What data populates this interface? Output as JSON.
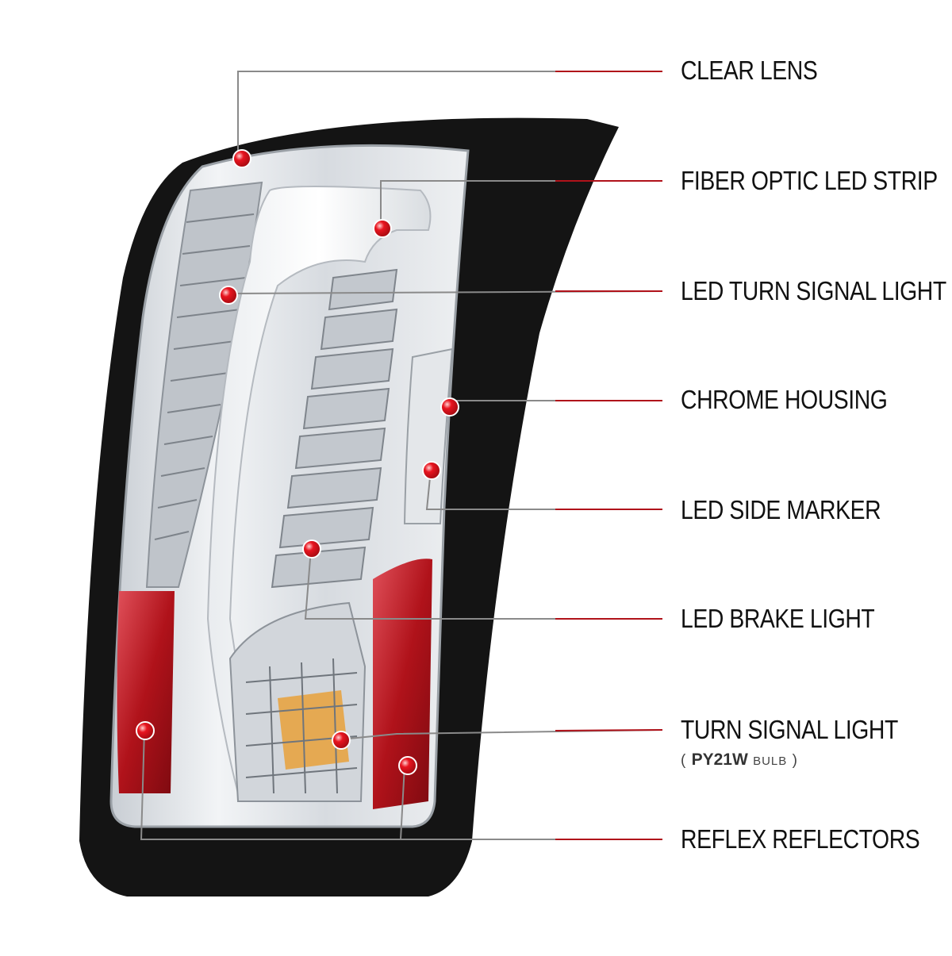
{
  "callouts": [
    {
      "label": "CLEAR LENS"
    },
    {
      "label": "FIBER OPTIC LED STRIP"
    },
    {
      "label": "LED TURN SIGNAL LIGHT"
    },
    {
      "label": "CHROME HOUSING"
    },
    {
      "label": "LED SIDE MARKER"
    },
    {
      "label": "LED BRAKE LIGHT"
    },
    {
      "label": "TURN SIGNAL LIGHT",
      "note_open": "(",
      "note_code": "PY21W",
      "note_unit": "BULB",
      "note_close": ")"
    },
    {
      "label": "REFLEX REFLECTORS"
    }
  ],
  "colors": {
    "leader_gray": "#8a8a8a",
    "leader_red": "#b0121a",
    "dot_red": "#d4101c",
    "housing_black": "#111111",
    "chrome": "#d9dde2",
    "reflector_red": "#b3202a",
    "amber": "#e08a1e"
  }
}
